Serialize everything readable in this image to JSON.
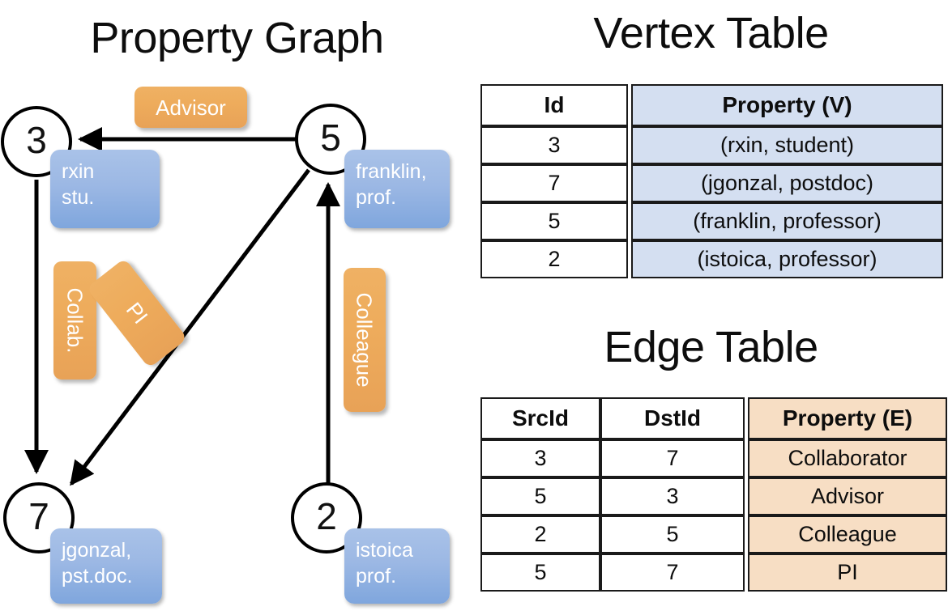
{
  "titles": {
    "graph": "Property Graph",
    "vertex_table": "Vertex Table",
    "edge_table": "Edge Table"
  },
  "colors": {
    "vertex_property_fill": "#d4dff1",
    "edge_property_fill": "#f7dec4",
    "callout_blue": "#9cb8e4",
    "label_orange": "#eeac5c",
    "stroke": "#000000"
  },
  "graph": {
    "vertices": [
      {
        "id": "3",
        "callout": [
          "rxin",
          "stu."
        ]
      },
      {
        "id": "5",
        "callout": [
          "franklin,",
          "prof."
        ]
      },
      {
        "id": "7",
        "callout": [
          "jgonzal,",
          "pst.doc."
        ]
      },
      {
        "id": "2",
        "callout": [
          "istoica",
          "prof."
        ]
      }
    ],
    "edge_labels": [
      {
        "name": "advisor-label",
        "text": "Advisor"
      },
      {
        "name": "collab-label",
        "text": "Collab."
      },
      {
        "name": "pi-label",
        "text": "PI"
      },
      {
        "name": "colleague-label",
        "text": "Colleague"
      }
    ]
  },
  "vertex_table": {
    "headers": [
      "Id",
      "Property (V)"
    ],
    "rows": [
      [
        "3",
        "(rxin, student)"
      ],
      [
        "7",
        "(jgonzal, postdoc)"
      ],
      [
        "5",
        "(franklin, professor)"
      ],
      [
        "2",
        "(istoica, professor)"
      ]
    ]
  },
  "edge_table": {
    "headers": [
      "SrcId",
      "DstId",
      "Property (E)"
    ],
    "rows": [
      [
        "3",
        "7",
        "Collaborator"
      ],
      [
        "5",
        "3",
        "Advisor"
      ],
      [
        "2",
        "5",
        "Colleague"
      ],
      [
        "5",
        "7",
        "PI"
      ]
    ]
  }
}
